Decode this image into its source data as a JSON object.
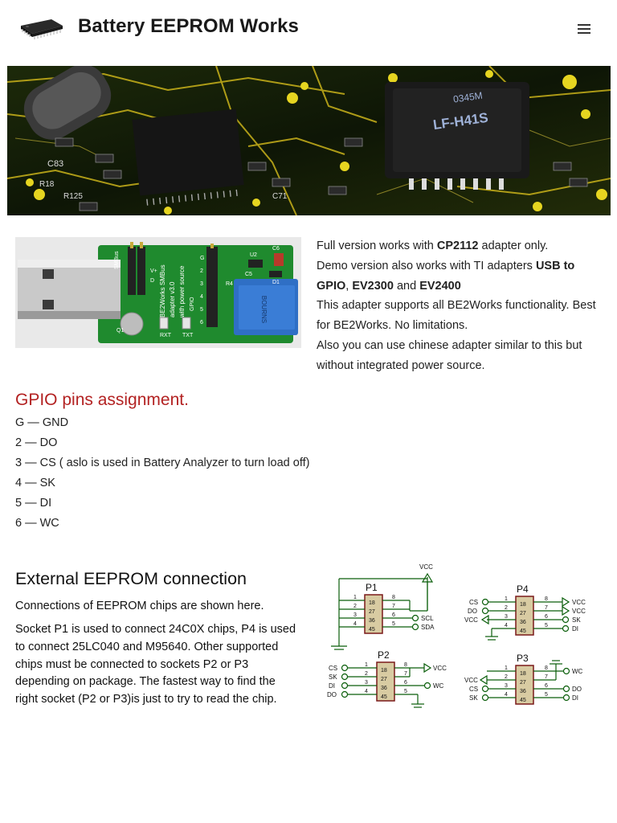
{
  "header": {
    "site_title": "Battery EEPROM Works",
    "logo_icon": "eeprom-chip-icon",
    "menu_icon": "hamburger-menu-icon"
  },
  "hero": {
    "labels": [
      "C83",
      "LF-H41S",
      "0345M",
      "R18",
      "R125",
      "C71"
    ]
  },
  "adapter": {
    "board_text": [
      "BE2Works SMBus",
      "adapter v3.0",
      "with power source"
    ],
    "pin_labels": [
      "G",
      "2",
      "3",
      "4",
      "5",
      "6"
    ],
    "component_labels": [
      "U2",
      "C6",
      "C5",
      "D1",
      "R4",
      "RXT",
      "TXT",
      "Q1",
      "V+",
      "D",
      "SMBus",
      "GPIO"
    ],
    "pot_label": "BOURNS"
  },
  "intro": {
    "line1_pre": "Full version works with ",
    "line1_bold": "CP2112",
    "line1_post": " adapter only.",
    "line2_pre": "Demo version also works with TI adapters ",
    "line2_bold1": "USB to GPIO",
    "line2_sep1": ", ",
    "line2_bold2": "EV2300",
    "line2_sep2": " and ",
    "line2_bold3": "EV2400",
    "line3": "This adapter supports all BE2Works functionality. Best for BE2Works. No limitations.",
    "line4": "Also you can use chinese adapter similar to this but without integrated power source."
  },
  "gpio": {
    "title": "GPIO pins assignment.",
    "pins": [
      "G — GND",
      "2 — DO",
      "3 — CS ( aslo is used in Battery Analyzer to turn load off)",
      "4 — SK",
      "5 — DI",
      "6 — WC"
    ]
  },
  "external": {
    "title": "External EEPROM connection",
    "p1": "Connections of EEPROM chips are shown here.",
    "p2": "Socket P1 is used to connect 24C0X chips, P4 is used to connect 25LC040 and M95640. Other supported chips must be connected to sockets P2 or P3 depending on package. The fastest way to find the right socket (P2 or P3)is just to try to read the chip."
  },
  "schematic": {
    "vcc": "VCC",
    "sockets": {
      "p1": "P1",
      "p2": "P2",
      "p3": "P3",
      "p4": "P4"
    },
    "chip_pins": [
      "18",
      "27",
      "36",
      "45"
    ],
    "left_nums": [
      "1",
      "2",
      "3",
      "4"
    ],
    "right_nums": [
      "8",
      "7",
      "6",
      "5"
    ],
    "p1_right": [
      "SCL",
      "SDA"
    ],
    "p4_left": [
      "CS",
      "DO",
      "VCC"
    ],
    "p4_right": [
      "VCC",
      "VCC",
      "SK",
      "DI"
    ],
    "p2_left": [
      "CS",
      "SK",
      "DI",
      "DO"
    ],
    "p2_right": [
      "VCC",
      "WC"
    ],
    "p3_left": [
      "VCC",
      "CS",
      "SK"
    ],
    "p3_right": [
      "WC",
      "DO",
      "DI"
    ]
  },
  "colors": {
    "accent_red": "#b32222",
    "wire": "#0a5e0a",
    "chip_fill": "#d8cba2",
    "chip_border": "#7a1a1a",
    "pcb_green": "#1f8a2e"
  }
}
